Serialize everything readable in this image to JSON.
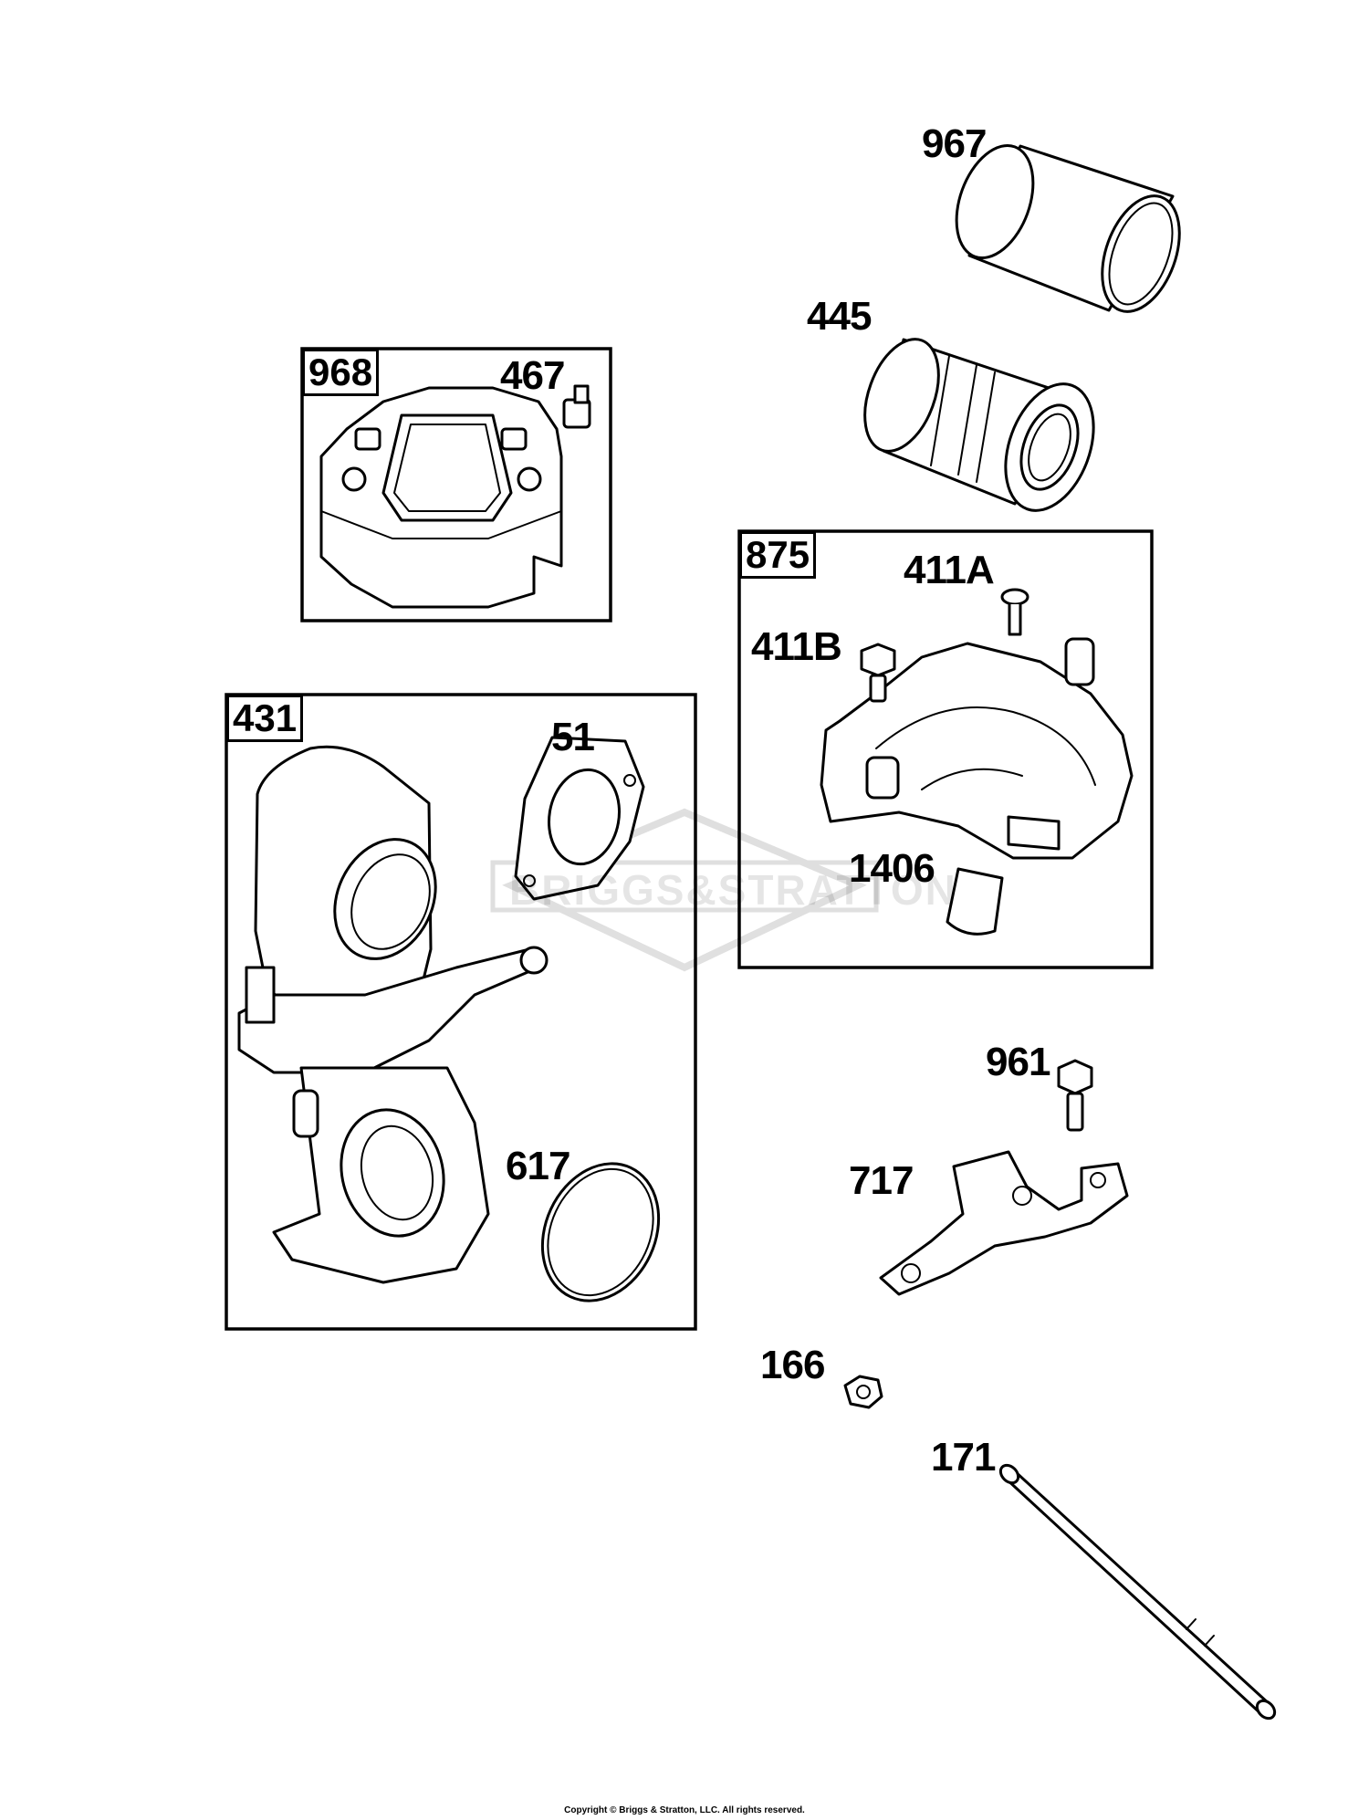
{
  "kits": [
    {
      "id": "968"
    },
    {
      "id": "875"
    },
    {
      "id": "431"
    }
  ],
  "callouts": [
    {
      "id": "967"
    },
    {
      "id": "445"
    },
    {
      "id": "467"
    },
    {
      "id": "411A"
    },
    {
      "id": "411B"
    },
    {
      "id": "51"
    },
    {
      "id": "1406"
    },
    {
      "id": "961"
    },
    {
      "id": "617"
    },
    {
      "id": "717"
    },
    {
      "id": "166"
    },
    {
      "id": "171"
    }
  ],
  "watermark": {
    "text": "BRIGGS&STRATTON"
  },
  "footer": {
    "copyright": "Copyright © Briggs & Stratton, LLC. All rights reserved."
  }
}
